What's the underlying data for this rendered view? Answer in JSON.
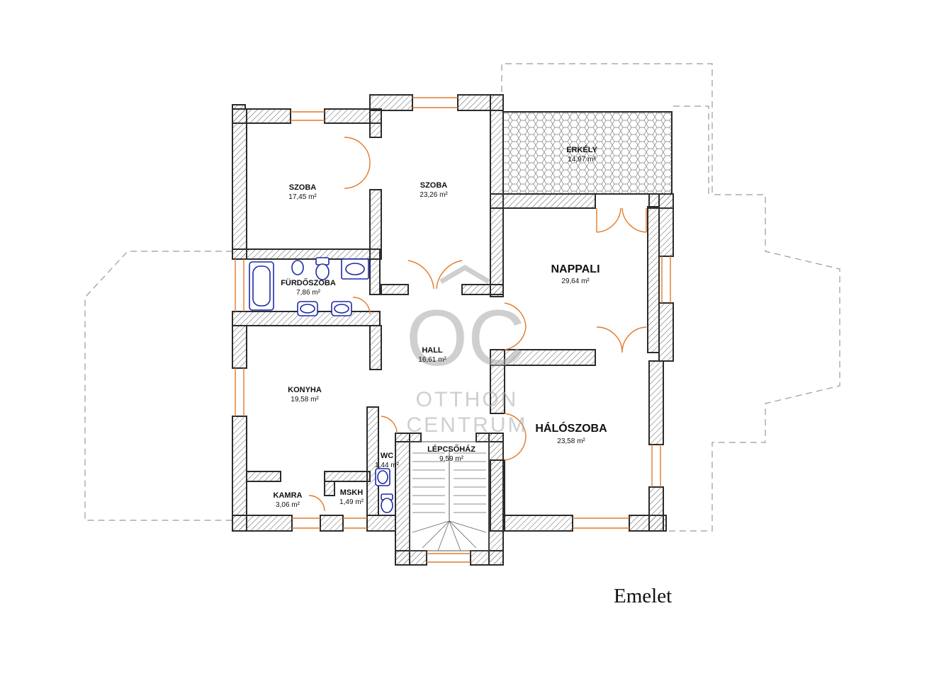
{
  "floor_label": "Emelet",
  "watermark": {
    "letters": "OC",
    "line1": "OTTHON",
    "line2": "CENTRUM"
  },
  "rooms": [
    {
      "id": "szoba-1",
      "name": "SZOBA",
      "area": "17,45 m²"
    },
    {
      "id": "szoba-2",
      "name": "SZOBA",
      "area": "23,26 m²"
    },
    {
      "id": "erkely",
      "name": "ERKÉLY",
      "area": "14,97 m²"
    },
    {
      "id": "nappali",
      "name": "NAPPALI",
      "area": "29,64 m²"
    },
    {
      "id": "furdoszoba",
      "name": "FÜRDŐSZOBA",
      "area": "7,86 m²"
    },
    {
      "id": "hall",
      "name": "HALL",
      "area": "16,61 m²"
    },
    {
      "id": "konyha",
      "name": "KONYHA",
      "area": "19,58 m²"
    },
    {
      "id": "haloszoba",
      "name": "HÁLÓSZOBA",
      "area": "23,58 m²"
    },
    {
      "id": "lepcsohaz",
      "name": "LÉPCSŐHÁZ",
      "area": "9,59 m²"
    },
    {
      "id": "wc",
      "name": "WC",
      "area": "1,44 m²"
    },
    {
      "id": "kamra",
      "name": "KAMRA",
      "area": "3,06 m²"
    },
    {
      "id": "mskh",
      "name": "MSKH",
      "area": "1,49 m²"
    }
  ],
  "colors": {
    "wall": "#2b2b2b",
    "door": "#e37a2a",
    "fixture": "#1d2aa8",
    "outline": "#9a9a9a",
    "watermark": "#a8a8a8"
  }
}
